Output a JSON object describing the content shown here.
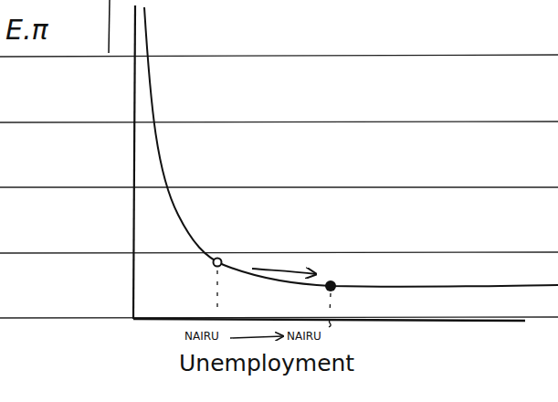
{
  "diagram": {
    "labels": [
      "E.π",
      "NAIRU",
      "NAIRU",
      "Unemployment"
    ]
  }
}
